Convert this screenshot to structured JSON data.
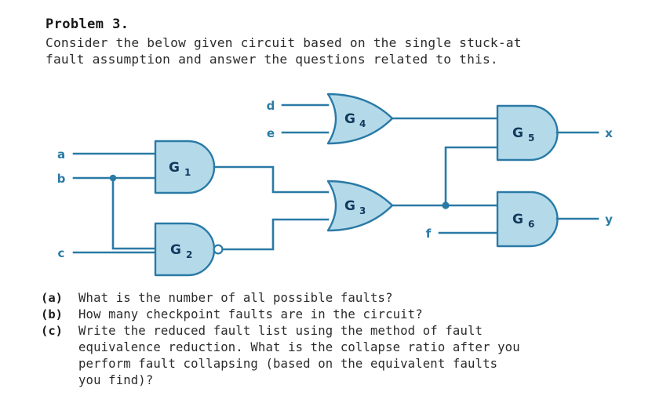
{
  "document": {
    "title": "Problem 3.",
    "intro": "Consider the below given circuit based on the single stuck-at\nfault assumption and answer the questions related to this."
  },
  "questions": [
    {
      "tag": "(a)",
      "text": "What is the number of all possible faults?"
    },
    {
      "tag": "(b)",
      "text": "How many checkpoint faults are in the circuit?"
    },
    {
      "tag": "(c)",
      "text": "Write the reduced fault list using the method of fault\nequivalence reduction. What is the collapse ratio after you\nperform fault collapsing (based on the equivalent faults\nyou find)?"
    }
  ],
  "circuit": {
    "inputs": [
      {
        "name": "a"
      },
      {
        "name": "b"
      },
      {
        "name": "c"
      },
      {
        "name": "d"
      },
      {
        "name": "e"
      },
      {
        "name": "f"
      }
    ],
    "outputs": [
      {
        "name": "x"
      },
      {
        "name": "y"
      }
    ],
    "gates": [
      {
        "id": "G1",
        "label": "G",
        "sub": "1",
        "type": "AND"
      },
      {
        "id": "G2",
        "label": "G",
        "sub": "2",
        "type": "NAND"
      },
      {
        "id": "G3",
        "label": "G",
        "sub": "3",
        "type": "OR"
      },
      {
        "id": "G4",
        "label": "G",
        "sub": "4",
        "type": "OR"
      },
      {
        "id": "G5",
        "label": "G",
        "sub": "5",
        "type": "AND"
      },
      {
        "id": "G6",
        "label": "G",
        "sub": "6",
        "type": "AND"
      }
    ],
    "colors": {
      "gate_fill": "#b4daea",
      "gate_stroke": "#2a7aa6",
      "wire": "#2a7aa6",
      "label": "#10395c"
    }
  }
}
